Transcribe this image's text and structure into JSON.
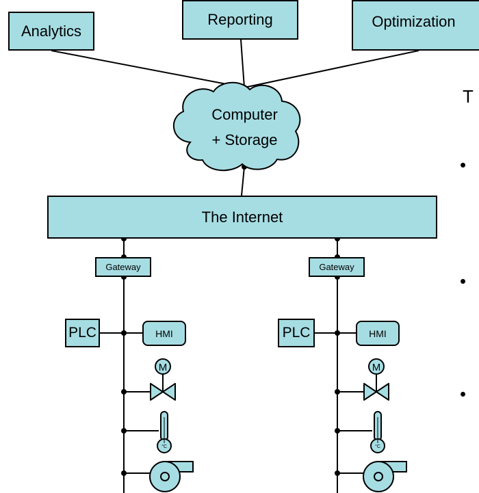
{
  "diagram": {
    "services": [
      "Analytics",
      "Reporting",
      "Optimization"
    ],
    "cloud": {
      "line1": "Computer",
      "line2": "+ Storage"
    },
    "internet": "The Internet",
    "sites": [
      {
        "gateway": "Gateway",
        "plc": "PLC",
        "hmi": "HMI",
        "motor_symbol": "M",
        "thermometer_unit": "°C"
      },
      {
        "gateway": "Gateway",
        "plc": "PLC",
        "hmi": "HMI",
        "motor_symbol": "M",
        "thermometer_unit": "°C"
      }
    ],
    "side_text": {
      "heading_fragment": "T",
      "bullets": [
        "•",
        "•",
        "•"
      ]
    },
    "colors": {
      "fill": "#a6dde3",
      "stroke": "#000000"
    }
  }
}
